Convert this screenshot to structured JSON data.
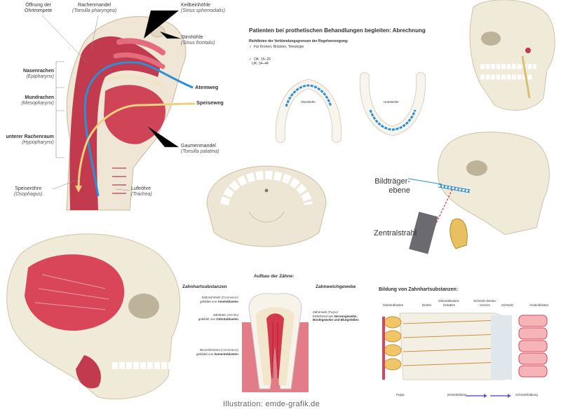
{
  "throat": {
    "labels": [
      {
        "id": "ohrtrompete",
        "name": "Öffnung der",
        "sub": "Ohrtrompete"
      },
      {
        "id": "rachenmandel",
        "name": "Rachenmandel",
        "latin": "(Tonsilla pharyngea)"
      },
      {
        "id": "keilbeinhoehle",
        "name": "Keilbeinhöhle",
        "latin": "(Sinus sphenoidalis)"
      },
      {
        "id": "stirnhoehle",
        "name": "Stirnhöhle",
        "latin": "(Sinus frontalis)"
      },
      {
        "id": "nasenrachen",
        "name": "Nasenrachen",
        "latin": "(Epipharynx)"
      },
      {
        "id": "mundrachen",
        "name": "Mundrachen",
        "latin": "(Mesopharynx)"
      },
      {
        "id": "unterer",
        "name": "unterer Rachenraum",
        "latin": "(Hypopharynx)"
      },
      {
        "id": "atemweg",
        "name": "Atemweg"
      },
      {
        "id": "speiseweg",
        "name": "Speiseweg"
      },
      {
        "id": "gaumenmandel",
        "name": "Gaumenmandel",
        "latin": "(Tonsilla palatina)"
      },
      {
        "id": "speiseroehre",
        "name": "Speiseröhre",
        "latin": "(Ösophagus)"
      },
      {
        "id": "luftroehre",
        "name": "Luftröhre",
        "latin": "(Trachea)"
      }
    ]
  },
  "prosthetic": {
    "title": "Patienten bei prothetischen Behandlungen begleiten: Abrechnung",
    "subtitle": "Richtlinien der Verblendungsgrenzen der Regelversorgung:",
    "bullet": "Für Kronen, Brücken, Teleskope",
    "ok": "OK: 15–25",
    "uk": "UK: 34–44",
    "upper_label": "Oberkiefer",
    "lower_label": "Unterkiefer",
    "accent": "#2a8fd6"
  },
  "xray": {
    "label1": "Bildträger-",
    "label2": "ebene",
    "label3": "Zentralstrahl"
  },
  "tooth": {
    "title": "Aufbau der Zähne:",
    "hard_title": "Zahnhartsubstanzen",
    "soft_title": "Zahnweichgewebe",
    "enamel_1": "Zahnschmelz",
    "enamel_2": "(Enamelum)",
    "enamel_3": "gebildet von",
    "enamel_4": "Ameloblasten",
    "dentin_1": "Zahnbein",
    "dentin_2": "(Dentin)",
    "dentin_3": "gebildet von",
    "dentin_4": "Odontoblasten",
    "cement_1": "Wurzelzement",
    "cement_2": "(Cementum)",
    "cement_3": "gebildet von",
    "cement_4": "Zementoblasten",
    "pulp_1": "Zahnmark",
    "pulp_2": "(Pulpa)",
    "pulp_3": "bestehend aus",
    "pulp_4": "Nervengewebe,",
    "pulp_5": "Bindegewebe und Blutgefäßen"
  },
  "formation": {
    "title": "Bildung von Zahnhartsubstanzen:",
    "top_labels": [
      "Odontoblasten",
      "Dentin",
      "Odontoblasten-",
      "fortsätze",
      "Schmelz-Dentin-",
      "Grenze",
      "Schmelz",
      "Ameloblasten"
    ],
    "bottom_left": "Pulpa",
    "bottom_mid": "Dentinbildung",
    "bottom_right": "Schmelzbildung"
  },
  "credit": "Illustration: emde-grafik.de",
  "colors": {
    "muscle": "#d9465a",
    "bone": "#ece4d2",
    "accent": "#2a8fd6",
    "arrow": "#6a5acd"
  }
}
